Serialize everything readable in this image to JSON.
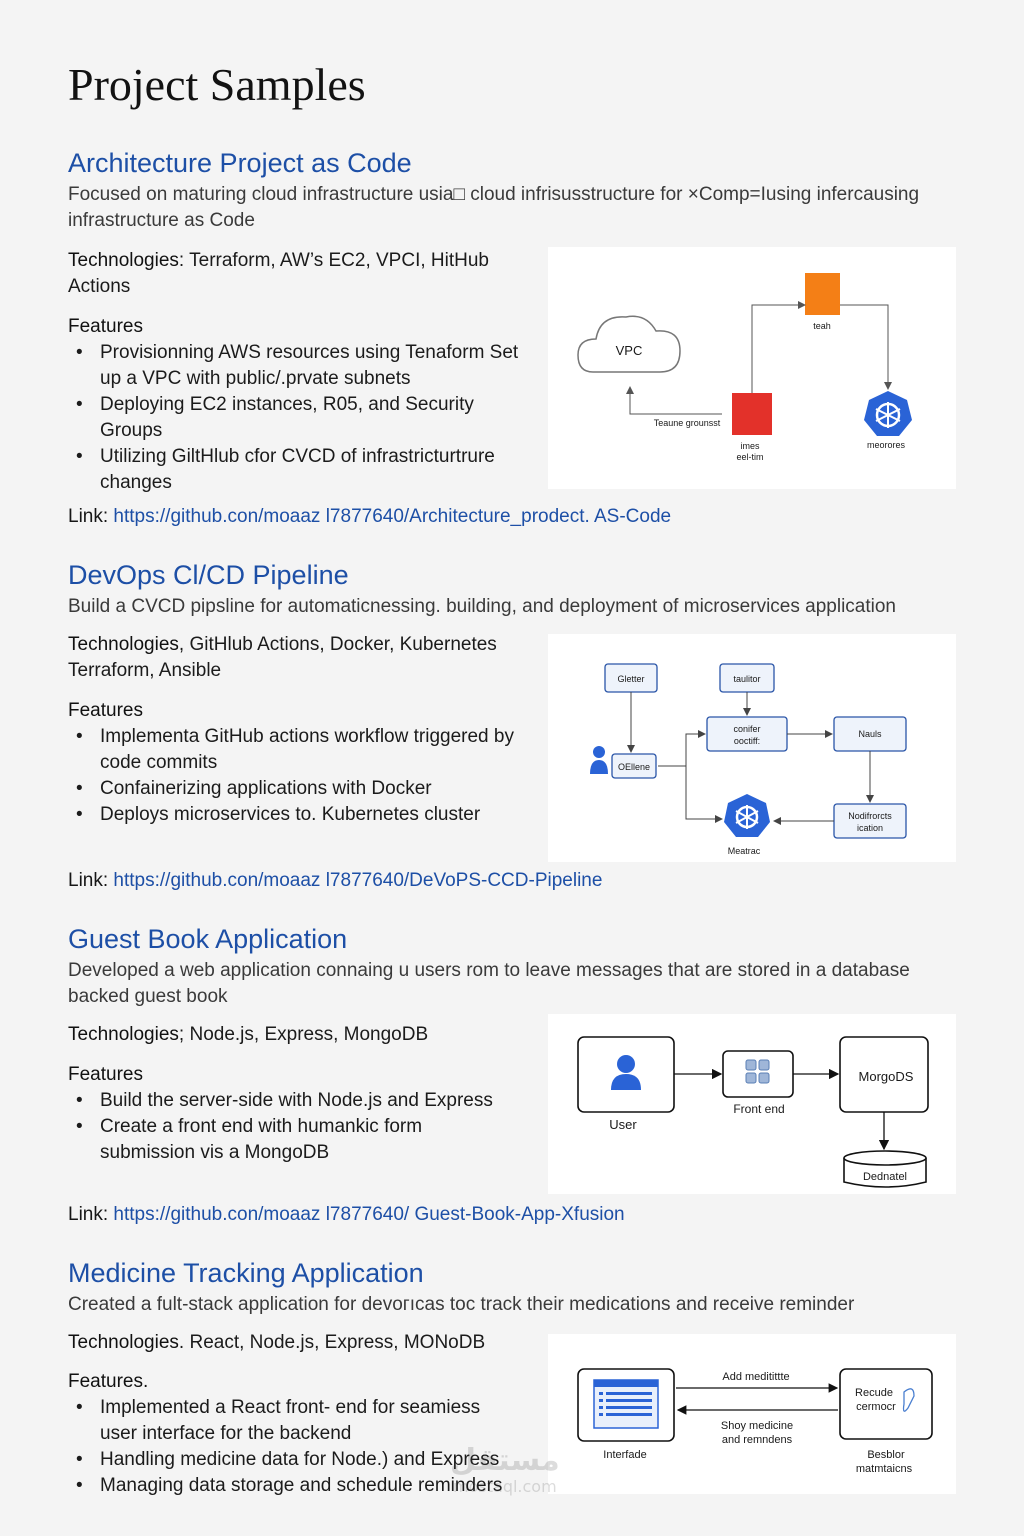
{
  "page": {
    "title": "Project Samples"
  },
  "labels": {
    "technologies": "Technologies",
    "features": "Features",
    "features_dot": "Features.",
    "link": "Link"
  },
  "projects": [
    {
      "title": "Architecture Project as Code",
      "description": "Focused on maturing cloud infrastructure usia□ cloud infrisusstructure for ×Comp=Iusing infercausing infrastructure as Code",
      "tech_sep": ":",
      "technologies": " Terraform, AW’s EC2, VPCI, HitHub Actions",
      "features": [
        "Provisionning AWS resources using Tenaform Set up a VPC with public/.prvate subnets",
        "Deploying EC2 instances, R05, and Security Groups",
        "Utilizing GiltHlub cfor CVCD of infrastricturtrure changes"
      ],
      "link": "https://github.con/moaaz l7877640/Architecture_prodect. AS-Code",
      "diagram": {
        "vpc": "VPC",
        "orange_label": "teah",
        "red_label_1": "imes",
        "red_label_2": "eel-tim",
        "k8s_label": "meorores",
        "arrow_label": "Teaune grounsst"
      }
    },
    {
      "title": "DevOps Cl/CD Pipeline",
      "description": "Build a CVCD pipsline for automaticnessing. building, and deployment of microservices application",
      "tech_sep": ",",
      "technologies": " GitHlub Actions, Docker, Kubernetes Terraform, Ansible",
      "features": [
        "Implementa GitHub actions workflow triggered by code commits",
        "Confainerizing applications with Docker",
        "Deploys microservices to. Kubernetes cluster"
      ],
      "link": "https://github.con/moaaz l7877640/DeVoPS-CCD-Pipeline",
      "diagram": {
        "box1": "Gletter",
        "box2": "taulitor",
        "user": "OEllene",
        "center_1": "conifer",
        "center_2": "ooctiff:",
        "right_box": "Nauls",
        "bottom_right_1": "Nodifrorcts",
        "bottom_right_2": "ication",
        "k8s_label": "Meatrac"
      }
    },
    {
      "title": "Guest Book Application",
      "description": "Developed a web application connaing u users rom to leave messages that are stored in a database backed guest book",
      "tech_sep": ";",
      "technologies": " Node.js, Express, MongoDB",
      "features": [
        "Build the server-side with Node.js and Express",
        "Create a front end with humankic form submission vis a MongoDB"
      ],
      "link": "https://github.con/moaaz l7877640/ Guest-Book-App-Xfusion",
      "diagram": {
        "user": "User",
        "front": "Front end",
        "db_box": "MorgoDS",
        "db_cyl": "Dednatel"
      }
    },
    {
      "title": "Medicine Tracking Application",
      "description": "Created a fult-stack application for devoгıcas toc track their medications and receive reminder",
      "tech_sep": ".",
      "technologies": " React, Node.js, Express, MONoDB",
      "features": [
        "Implemented a React front- end for seamiess user interface for the backend",
        "Handling medicine data for Node.) and Express",
        "Managing data storage and schedule reminders"
      ],
      "diagram": {
        "left_label": "Interfade",
        "top_arrow": "Add meditittte",
        "bottom_arrow_1": "Shoy medicine",
        "bottom_arrow_2": "and remndens",
        "right_box_1": "Recude",
        "right_box_2": "cermocr",
        "right_label_1": "Besblor",
        "right_label_2": "matmtaicns"
      }
    }
  ],
  "watermark": {
    "arabic": "مستقل",
    "domain": "mostaql.com"
  }
}
